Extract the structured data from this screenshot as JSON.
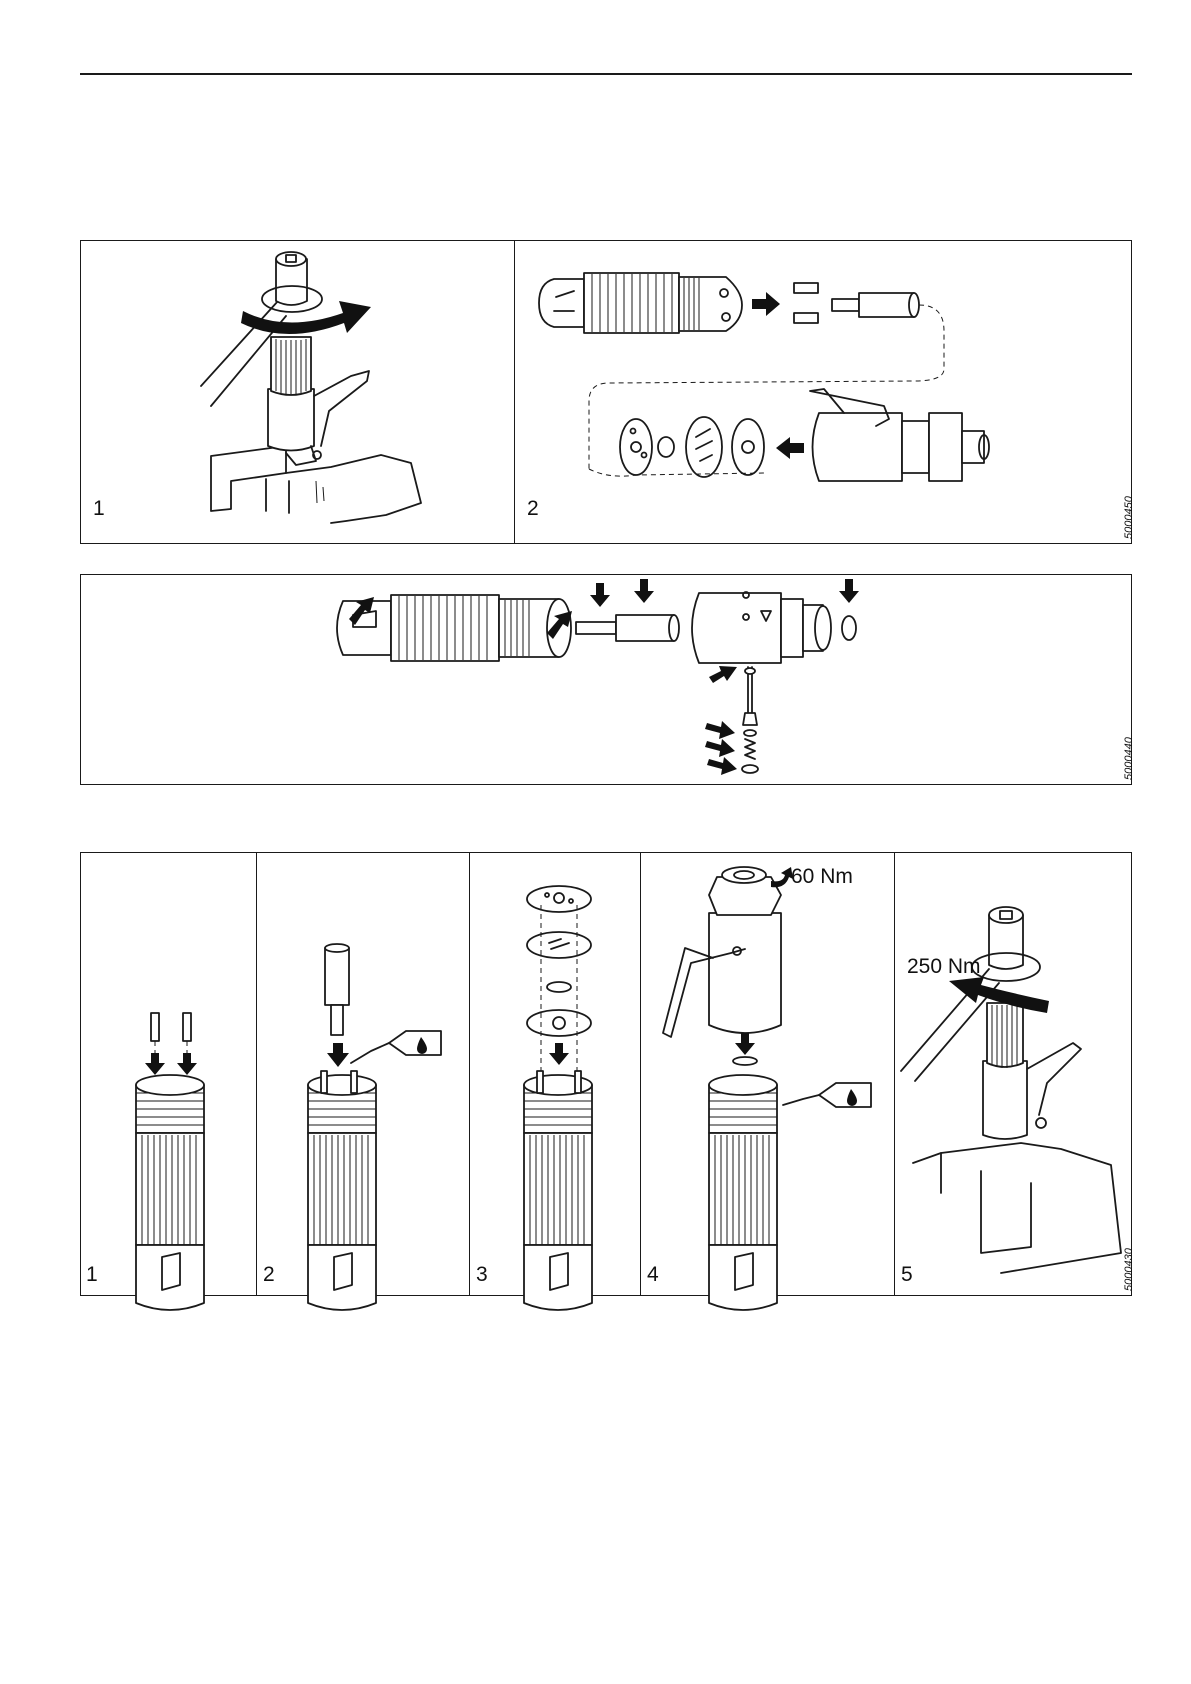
{
  "top_figure": {
    "panel_1_number": "1",
    "panel_2_number": "2",
    "figure_code": "5000450"
  },
  "middle_figure": {
    "figure_code": "5000440"
  },
  "bottom_figure": {
    "panel_numbers": [
      "1",
      "2",
      "3",
      "4",
      "5"
    ],
    "torque_panel_4": "60 Nm",
    "torque_panel_5": "250 Nm",
    "figure_code": "5000430"
  },
  "icons": [
    "rotate-arrow-icon",
    "push-arrow-icon",
    "oil-can-icon",
    "torque-arrow-icon"
  ]
}
